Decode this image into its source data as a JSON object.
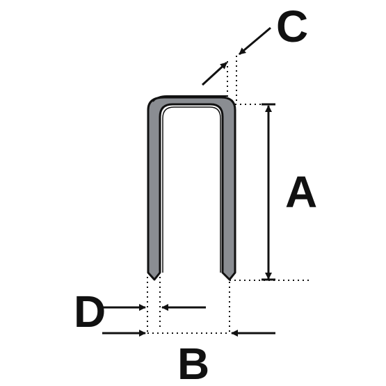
{
  "labels": {
    "a": "A",
    "b": "B",
    "c": "C",
    "d": "D"
  },
  "colors": {
    "staple_fill": "#8a8d92",
    "staple_inner": "#ffffff",
    "outline": "#111111",
    "background": "#ffffff"
  }
}
